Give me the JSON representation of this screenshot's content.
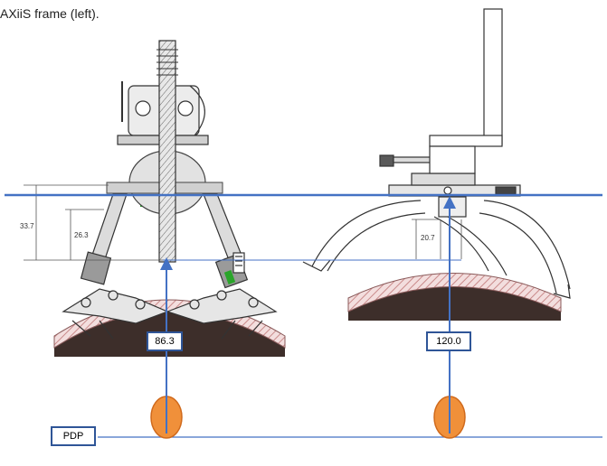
{
  "caption": "AXiiS frame (left).",
  "dimensions": {
    "left_outer": "33.7",
    "left_inner": "26.3",
    "right_offset": "20.7"
  },
  "measurements": {
    "left_value": "86.3",
    "right_value": "120.0"
  },
  "reference_label": "PDP",
  "colors": {
    "reference_line": "#4472c4",
    "arrow": "#4472c4",
    "box_border": "#2f5597",
    "target": "#f0903a",
    "skull": "#3d2e2a",
    "hatch": "#c98a8a",
    "green_marker": "#2aa52a"
  }
}
